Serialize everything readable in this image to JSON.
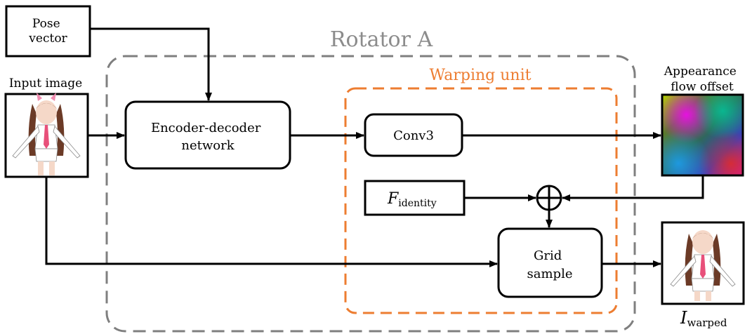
{
  "boxes": {
    "pose_vector": "Pose\nvector",
    "encoder_decoder": "Encoder-decoder\nnetwork",
    "conv3": "Conv3",
    "f_identity_main": "F",
    "f_identity_sub": "identity",
    "grid_sample": "Grid\nsample"
  },
  "labels": {
    "rotator_title": "Rotator A",
    "warping_title": "Warping unit",
    "input_image": "Input image",
    "appearance_flow": "Appearance\nflow offset",
    "i_warped_main": "I",
    "i_warped_sub": "warped"
  },
  "colors": {
    "rotator_border": "#7f7f7f",
    "rotator_title": "#8c8c8c",
    "warping_border": "#ed7d31",
    "warping_title": "#ed7d31",
    "arrow": "#000000"
  },
  "images": {
    "input_image": "anime-character-figure",
    "appearance_flow_map": "flow-offset-colormap",
    "warped_image": "anime-character-figure"
  }
}
